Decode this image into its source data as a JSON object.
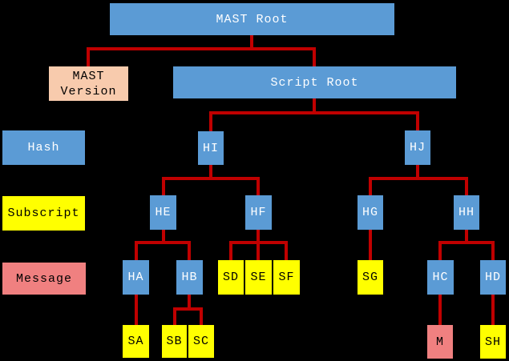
{
  "colors": {
    "background": "#000000",
    "hash_blue": "#5B9BD5",
    "subscript_yellow": "#FFFF00",
    "message_pink": "#F08080",
    "version_peach": "#F8CBAD",
    "connector_red": "#C00000",
    "text_on_blue": "#FFFFFF",
    "text_on_light": "#000000"
  },
  "legend": {
    "hash": "Hash",
    "subscript": "Subscript",
    "message": "Message"
  },
  "nodes": {
    "mast_root": "MAST Root",
    "mast_version": "MAST Version",
    "script_root": "Script Root",
    "hi": "HI",
    "hj": "HJ",
    "he": "HE",
    "hf": "HF",
    "hg": "HG",
    "hh": "HH",
    "ha": "HA",
    "hb": "HB",
    "sd": "SD",
    "se": "SE",
    "sf": "SF",
    "sg": "SG",
    "hc": "HC",
    "hd": "HD",
    "sa": "SA",
    "sb": "SB",
    "sc": "SC",
    "m": "M",
    "sh": "SH"
  },
  "edges": [
    {
      "parent": "MAST Root",
      "children": [
        "MAST Version",
        "Script Root"
      ]
    },
    {
      "parent": "Script Root",
      "children": [
        "HI",
        "HJ"
      ]
    },
    {
      "parent": "HI",
      "children": [
        "HE",
        "HF"
      ]
    },
    {
      "parent": "HJ",
      "children": [
        "HG",
        "HH"
      ]
    },
    {
      "parent": "HE",
      "children": [
        "HA",
        "HB"
      ]
    },
    {
      "parent": "HF",
      "children": [
        "SD",
        "SE",
        "SF"
      ]
    },
    {
      "parent": "HG",
      "children": [
        "SG"
      ]
    },
    {
      "parent": "HH",
      "children": [
        "HC",
        "HD"
      ]
    },
    {
      "parent": "HA",
      "children": [
        "SA"
      ]
    },
    {
      "parent": "HB",
      "children": [
        "SB",
        "SC"
      ]
    },
    {
      "parent": "HC",
      "children": [
        "M"
      ]
    },
    {
      "parent": "HD",
      "children": [
        "SH"
      ]
    }
  ]
}
